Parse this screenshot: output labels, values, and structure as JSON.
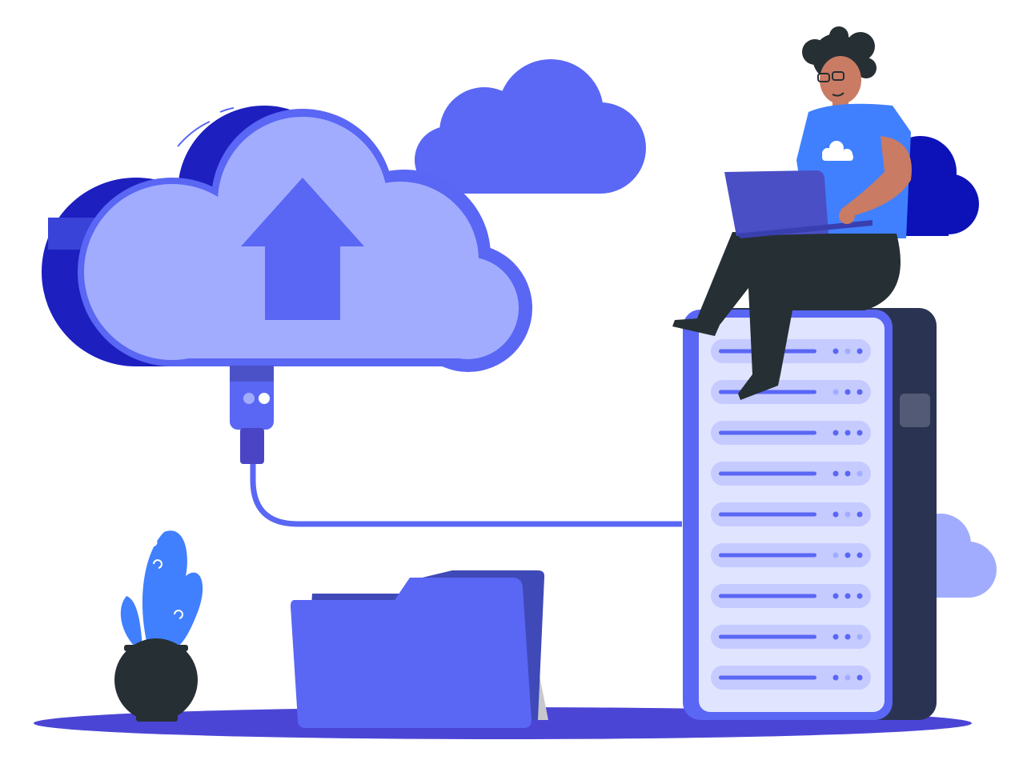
{
  "illustration": {
    "subject": "cloud-upload-to-server",
    "icons": [
      "cloud-upload-icon",
      "cloud-icon",
      "usb-connector-icon",
      "server-icon",
      "folder-icon",
      "plant-icon",
      "person-with-laptop"
    ],
    "colors": {
      "primary": "#5a66f4",
      "light": "#a1acff",
      "dark_blue": "#1d1fbf",
      "deep_blue": "#0c12b8",
      "ground": "#4b45d6",
      "server_back": "#2a3452",
      "server_panel": "#e0e4ff",
      "server_row": "#c5caff",
      "shirt": "#4080ff",
      "skin": "#c97b63",
      "dark": "#262f33"
    },
    "server_rows": 9
  }
}
